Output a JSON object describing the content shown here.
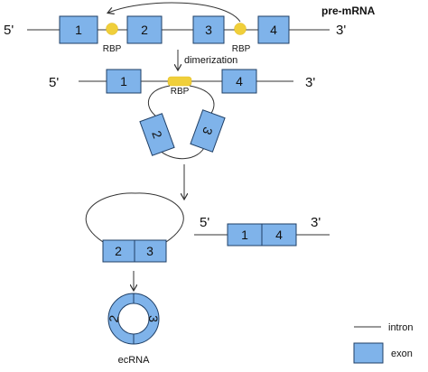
{
  "colors": {
    "exon_fill": "#7fb3ea",
    "exon_stroke": "#1f3f66",
    "rbp": "#f0cf3a",
    "line": "#333333"
  },
  "pre_mrna": {
    "label": "pre-mRNA",
    "five_prime": "5'",
    "three_prime": "3'",
    "exons": [
      "1",
      "2",
      "3",
      "4"
    ],
    "rbp_labels": [
      "RBP",
      "RBP"
    ]
  },
  "step": {
    "label": "dimerization"
  },
  "dimer": {
    "five_prime": "5'",
    "three_prime": "3'",
    "rbp_label": "RBP",
    "exons": [
      "1",
      "4",
      "2",
      "3"
    ]
  },
  "products": {
    "circle_exons": [
      "2",
      "3"
    ],
    "linear_five_prime": "5'",
    "linear_three_prime": "3'",
    "linear_exons": [
      "1",
      "4"
    ],
    "ecrna_exons": [
      "2",
      "3"
    ],
    "ecrna_label": "ecRNA"
  },
  "legend": {
    "intron": "intron",
    "exon": "exon"
  }
}
